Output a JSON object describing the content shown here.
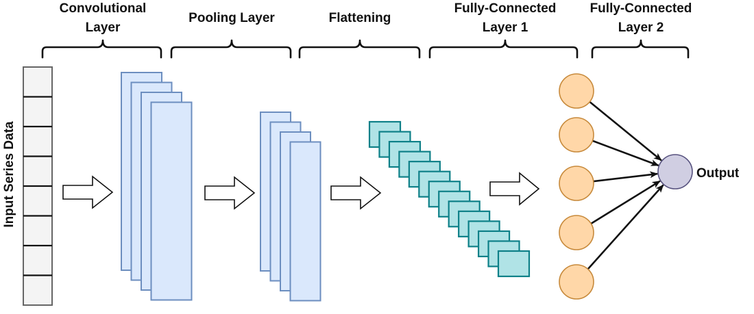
{
  "diagram": {
    "title": "CNN architecture for time series",
    "stages": [
      {
        "id": "conv",
        "label_lines": [
          "Convolutional",
          "Layer"
        ]
      },
      {
        "id": "pool",
        "label_lines": [
          "Pooling Layer"
        ]
      },
      {
        "id": "flatten",
        "label_lines": [
          "Flattening"
        ]
      },
      {
        "id": "fc1",
        "label_lines": [
          "Fully-Connected",
          "Layer 1"
        ]
      },
      {
        "id": "fc2",
        "label_lines": [
          "Fully-Connected",
          "Layer 2"
        ]
      }
    ],
    "input": {
      "label": "Input Series Data",
      "cells": 8
    },
    "conv_feature_maps": 4,
    "pool_feature_maps": 4,
    "flatten_units": 14,
    "fc1_neurons": 5,
    "output": {
      "label": "Output",
      "neurons": 1
    },
    "colors": {
      "input_fill": "#f4f4f4",
      "input_stroke": "#666666",
      "map_fill": "#dae8fc",
      "map_stroke": "#6c8ebf",
      "flat_fill": "#b0e3e6",
      "flat_stroke": "#0e8088",
      "neuron_fill": "#ffd7a8",
      "neuron_stroke": "#c7893a",
      "output_fill": "#d0cee2",
      "output_stroke": "#56517e",
      "line": "#111111"
    }
  }
}
